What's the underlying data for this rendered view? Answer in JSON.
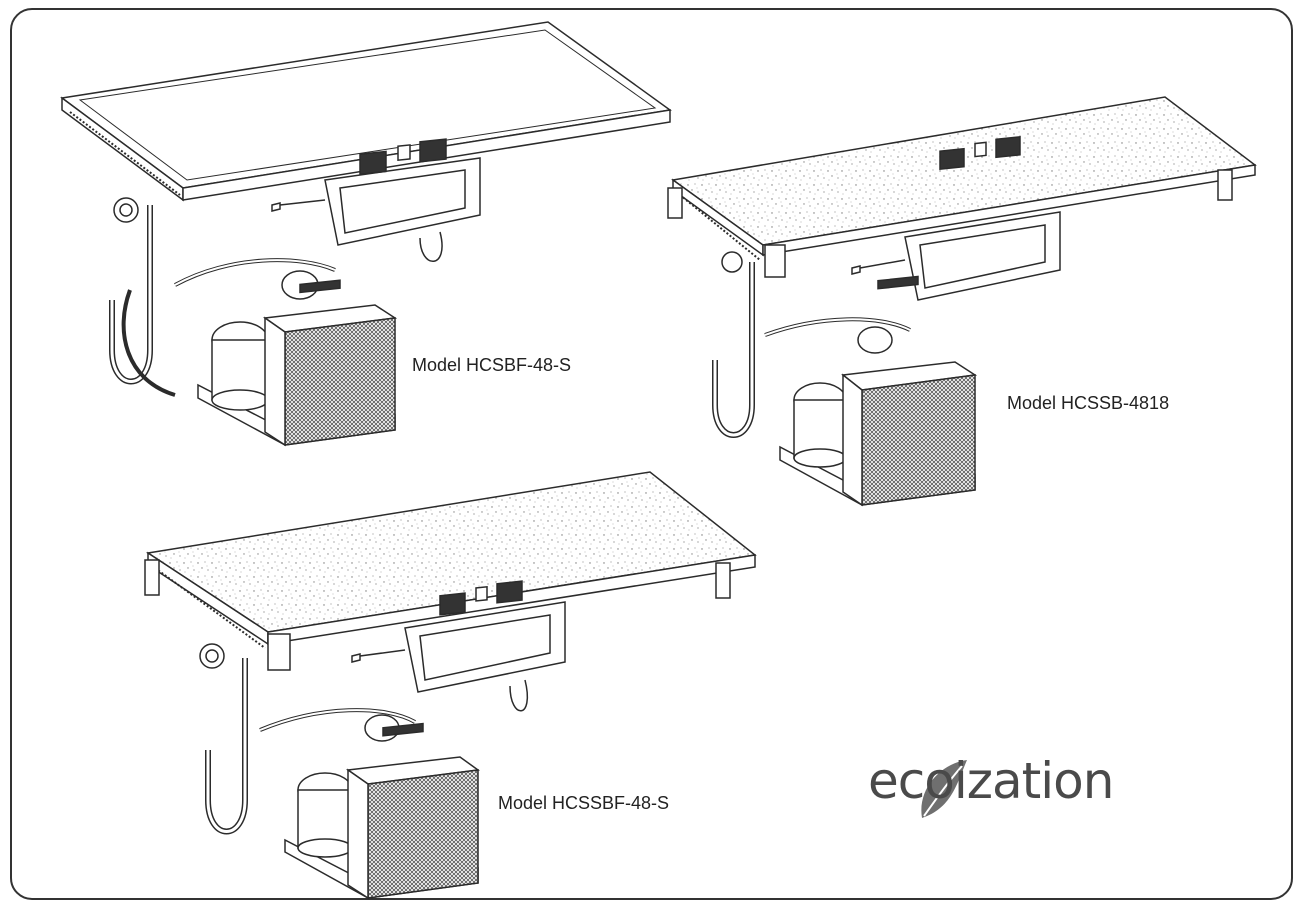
{
  "models": [
    {
      "label": "Model HCSBF-48-S",
      "top_finish": "smooth"
    },
    {
      "label": "Model HCSSB-4818",
      "top_finish": "speckled"
    },
    {
      "label": "Model HCSSBF-48-S",
      "top_finish": "speckled"
    }
  ],
  "brand": {
    "logo_text": "ecoization",
    "logo_color": "#4a4a4a",
    "leaf_color": "#6f6f6f"
  },
  "colors": {
    "line": "#2b2b2b",
    "panel": "#ffffff",
    "grille": "#555555",
    "frame_border": "#333333"
  }
}
